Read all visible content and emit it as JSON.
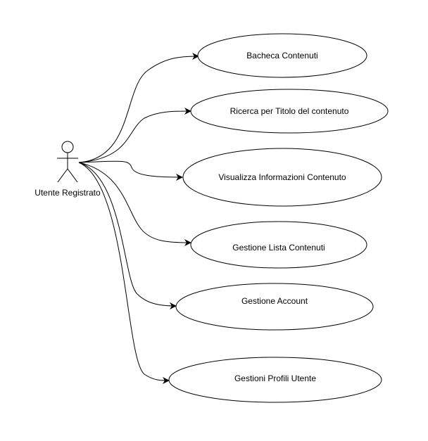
{
  "actor": {
    "label": "Utente Registrato",
    "icon": "stick-figure-icon"
  },
  "use_cases": [
    {
      "id": "bacheca",
      "label": "Bacheca Contenuti"
    },
    {
      "id": "ricerca",
      "label": "Ricerca per Titolo del contenuto"
    },
    {
      "id": "visualizza",
      "label": "Visualizza Informazioni Contenuto"
    },
    {
      "id": "lista",
      "label": "Gestione Lista Contenuti"
    },
    {
      "id": "account",
      "label": "Gestione Account"
    },
    {
      "id": "profili",
      "label": "Gestioni Profili Utente"
    }
  ],
  "colors": {
    "stroke": "#000000",
    "fill": "#ffffff"
  }
}
